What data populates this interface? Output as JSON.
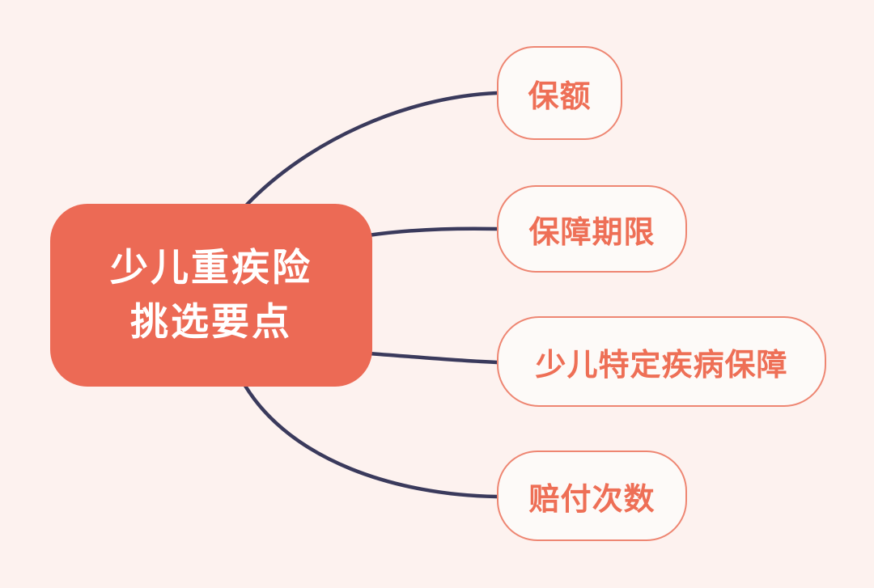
{
  "diagram": {
    "type": "mind-map",
    "title": "少儿重疾险挑选要点",
    "background_color": "#FDF2EF",
    "root": {
      "lines": [
        "少儿重疾险",
        "挑选要点"
      ],
      "fill_color": "#EC6A55",
      "text_color": "#FFFFFF"
    },
    "connector_color": "#3A3A5C",
    "branches": [
      {
        "label": "保额",
        "fill_color": "#FDFAF8",
        "border_color": "#EE8672",
        "text_color": "#EE6F56"
      },
      {
        "label": "保障期限",
        "fill_color": "#FDFAF8",
        "border_color": "#EE8672",
        "text_color": "#EE6F56"
      },
      {
        "label": "少儿特定疾病保障",
        "fill_color": "#FDFAF8",
        "border_color": "#EE8672",
        "text_color": "#EE6F56"
      },
      {
        "label": "赔付次数",
        "fill_color": "#FDFAF8",
        "border_color": "#EE8672",
        "text_color": "#EE6F56"
      }
    ]
  }
}
